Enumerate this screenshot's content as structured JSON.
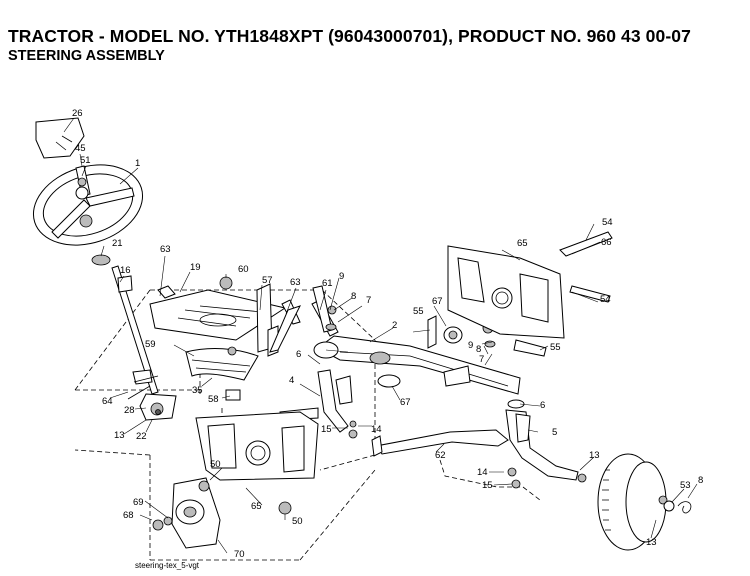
{
  "title": "TRACTOR - MODEL NO. YTH1848XPT (96043000701), PRODUCT NO. 960 43 00-07",
  "subtitle": "STEERING ASSEMBLY",
  "caption": "steering-tex_5-vgt",
  "callouts": [
    "26",
    "45",
    "51",
    "1",
    "21",
    "16",
    "63",
    "19",
    "60",
    "57",
    "63",
    "61",
    "9",
    "8",
    "7",
    "2",
    "55",
    "67",
    "65",
    "54",
    "66",
    "54",
    "55",
    "6",
    "4",
    "59",
    "35",
    "58",
    "64",
    "28",
    "13",
    "22",
    "6",
    "15",
    "14",
    "67",
    "9",
    "8",
    "7",
    "5",
    "62",
    "13",
    "14",
    "15",
    "53",
    "8",
    "13",
    "50",
    "65",
    "50",
    "69",
    "68",
    "70"
  ]
}
